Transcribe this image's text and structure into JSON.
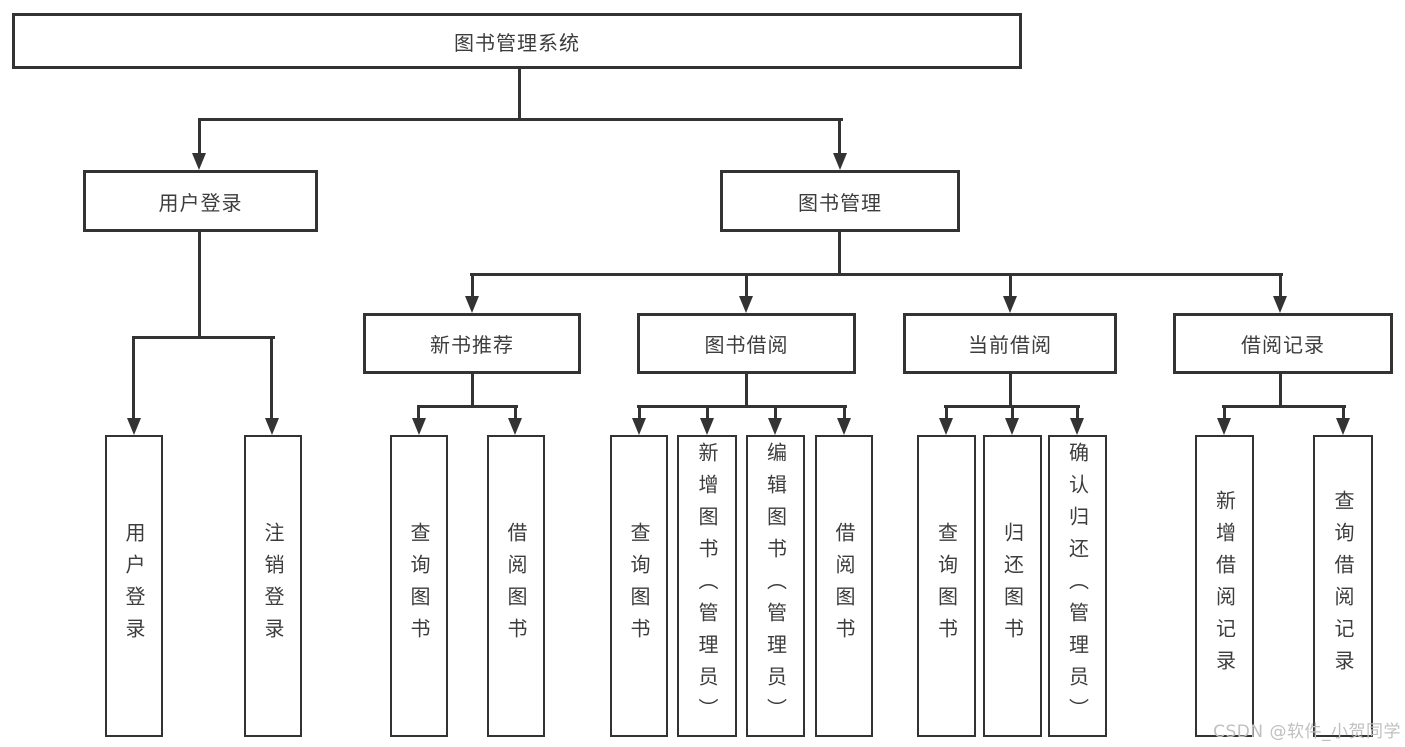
{
  "root": {
    "label": "图书管理系统"
  },
  "level2": {
    "user_login": {
      "label": "用户登录"
    },
    "book_mgmt": {
      "label": "图书管理"
    }
  },
  "level3": {
    "new_books": {
      "label": "新书推荐"
    },
    "book_borrow": {
      "label": "图书借阅"
    },
    "current_borrow": {
      "label": "当前借阅"
    },
    "borrow_records": {
      "label": "借阅记录"
    }
  },
  "leaves": {
    "user_login": [
      "用户登录",
      "注销登录"
    ],
    "new_books": [
      "查询图书",
      "借阅图书"
    ],
    "book_borrow": [
      "查询图书",
      "新增图书（管理员）",
      "编辑图书（管理员）",
      "借阅图书"
    ],
    "current_borrow": [
      "查询图书",
      "归还图书",
      "确认归还（管理员）"
    ],
    "borrow_records": [
      "新增借阅记录",
      "查询借阅记录"
    ]
  },
  "watermark": {
    "label": "CSDN @软件_小贺同学",
    "color": "#c0c0c0"
  },
  "colors": {
    "line": "#333333",
    "text": "#3d3d3d",
    "background": "#ffffff"
  }
}
